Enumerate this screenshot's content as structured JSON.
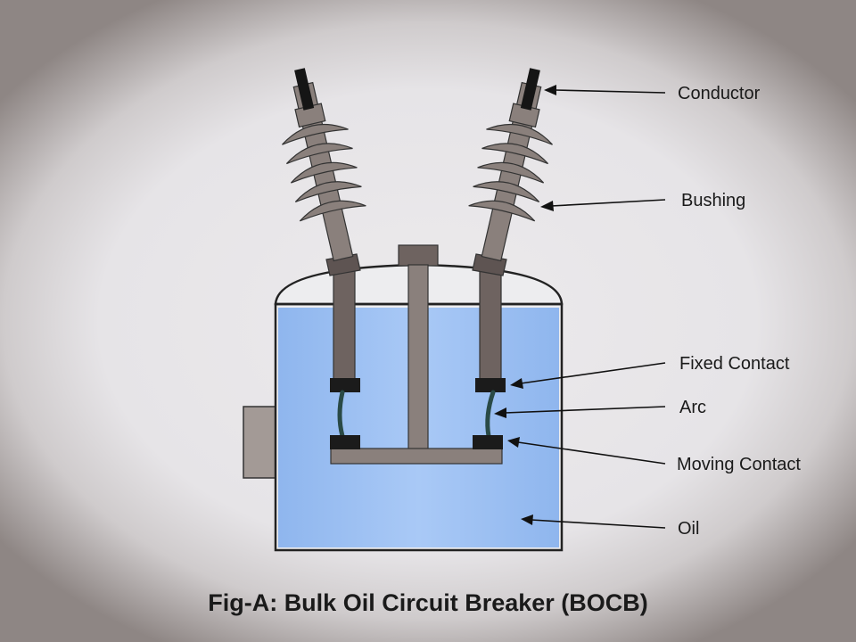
{
  "labels": {
    "conductor": "Conductor",
    "bushing": "Bushing",
    "fixed_contact": "Fixed Contact",
    "arc": "Arc",
    "moving_contact": "Moving Contact",
    "oil": "Oil"
  },
  "caption": "Fig-A: Bulk Oil Circuit Breaker (BOCB)",
  "colors": {
    "oil": "#9ec2f4",
    "metal": "#8a807c",
    "conductor": "#151515",
    "contact": "#1b1b1b",
    "arc": "#2a4a46"
  }
}
